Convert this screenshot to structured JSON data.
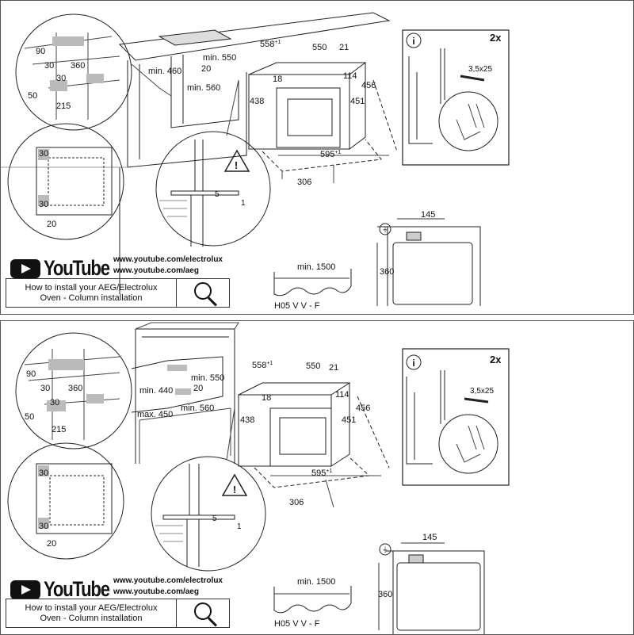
{
  "sheets": [
    {
      "dims": {
        "niche_90": "90",
        "niche_30a": "30",
        "niche_360": "360",
        "niche_30b": "30",
        "niche_50": "50",
        "niche_215": "215",
        "detail_30a": "30",
        "detail_30b": "30",
        "detail_20": "20",
        "cab_min460": "min. 460",
        "cab_min550": "min. 550",
        "cab_20": "20",
        "cab_min560": "min. 560",
        "oven_558": "558",
        "oven_558_sup": "+1",
        "oven_550": "550",
        "oven_21": "21",
        "oven_18": "18",
        "oven_438": "438",
        "oven_114": "114",
        "oven_456": "456",
        "oven_451": "451",
        "oven_595": "595",
        "oven_595_sup": "+1",
        "oven_306": "306",
        "zoom_5": "5",
        "zoom_1": "1",
        "info_2x": "2x",
        "info_screw": "3,5x25",
        "side_145": "145",
        "side_360": "360",
        "cable_min1500": "min. 1500",
        "cable_type": "H05 V V - F"
      },
      "youtube": {
        "word": "YouTube",
        "url1": "www.youtube.com/electrolux",
        "url2": "www.youtube.com/aeg",
        "howto_line1": "How to install your AEG/Electrolux",
        "howto_line2": "Oven - Column installation"
      }
    },
    {
      "dims": {
        "niche_90": "90",
        "niche_30a": "30",
        "niche_360": "360",
        "niche_30b": "30",
        "niche_50": "50",
        "niche_215": "215",
        "detail_30a": "30",
        "detail_30b": "30",
        "detail_20": "20",
        "cab_min440": "min. 440",
        "cab_max450": "max. 450",
        "cab_min550": "min. 550",
        "cab_20": "20",
        "cab_min560": "min. 560",
        "oven_558": "558",
        "oven_558_sup": "+1",
        "oven_550": "550",
        "oven_21": "21",
        "oven_18": "18",
        "oven_438": "438",
        "oven_114": "114",
        "oven_456": "456",
        "oven_451": "451",
        "oven_595": "595",
        "oven_595_sup": "+1",
        "oven_306": "306",
        "zoom_5": "5",
        "zoom_1": "1",
        "info_2x": "2x",
        "info_screw": "3,5x25",
        "side_145": "145",
        "side_360": "360",
        "cable_min1500": "min. 1500",
        "cable_type": "H05 V V - F"
      },
      "youtube": {
        "word": "YouTube",
        "url1": "www.youtube.com/electrolux",
        "url2": "www.youtube.com/aeg",
        "howto_line1": "How to install your AEG/Electrolux",
        "howto_line2": "Oven - Column installation"
      }
    }
  ],
  "icons": {
    "info": "info-icon",
    "warning": "warning-icon",
    "earth": "earth-icon",
    "magnifier": "magnifier-icon",
    "play": "play-icon"
  },
  "colors": {
    "line": "#222222",
    "hatch": "#bbbbbb",
    "border": "#555555"
  }
}
